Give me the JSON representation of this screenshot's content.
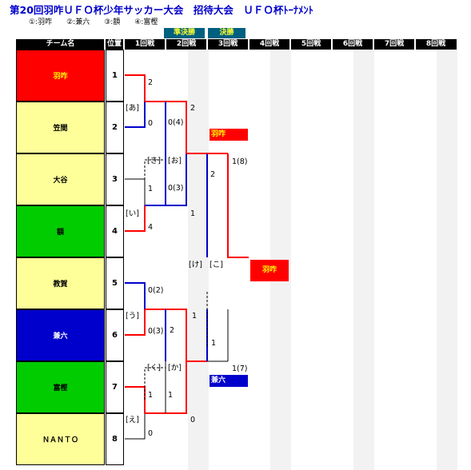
{
  "title": "第20回羽咋ＵＦＯ杯少年サッカー大会　招待大会　ＵＦＯ杯ﾄｰﾅﾒﾝﾄ",
  "subtitle": "①:羽咋　　②:兼六　　③:額　　④:富樫",
  "round_tags": {
    "semifinal": "準決勝",
    "final": "決勝"
  },
  "headers": {
    "team": "チーム名",
    "position": "位置",
    "rounds": [
      "1回戦",
      "2回戦",
      "3回戦",
      "4回戦",
      "5回戦",
      "6回戦",
      "7回戦",
      "8回戦"
    ]
  },
  "teams": [
    {
      "name": "羽咋",
      "position": "1",
      "bg": "#ff0000",
      "fg": "#ffff00"
    },
    {
      "name": "笠間",
      "position": "2",
      "bg": "#ffff99",
      "fg": "#000000"
    },
    {
      "name": "大谷",
      "position": "3",
      "bg": "#ffff99",
      "fg": "#000000"
    },
    {
      "name": "額",
      "position": "4",
      "bg": "#00cc00",
      "fg": "#000000"
    },
    {
      "name": "教賀",
      "position": "5",
      "bg": "#ffff99",
      "fg": "#000000"
    },
    {
      "name": "兼六",
      "position": "6",
      "bg": "#0000cc",
      "fg": "#ffffff"
    },
    {
      "name": "富樫",
      "position": "7",
      "bg": "#00cc00",
      "fg": "#000000"
    },
    {
      "name": "ＮＡＮＴＯ",
      "position": "8",
      "bg": "#ffff99",
      "fg": "#000000"
    }
  ],
  "match_codes": {
    "a": "[あ]",
    "i": "[い]",
    "u": "[う]",
    "e": "[え]",
    "o": "[お]",
    "ka": "[か]",
    "ki": "[き]",
    "ku": "[く]",
    "ke": "[け]",
    "ko": "[こ]"
  },
  "scores": {
    "r1_t1": "2",
    "r1_t2": "0",
    "r1_t3": "1",
    "r1_t4": "4",
    "r1_t5": "0(2)",
    "r1_t6": "0(3)",
    "r1_t7": "1",
    "r1_t8": "0",
    "r2_ab_top": "2",
    "r2_ab_bot": "0(4)",
    "r2_cd_top": "0(3)",
    "r2_cd_bot": "1",
    "r2_ef_top": "2",
    "r2_ef_bot": "1",
    "r2_gh_top": "1",
    "r2_gh_bot": "0",
    "r3_top_a": "1(8)",
    "r3_top_b": "2",
    "r3_bot_a": "1(7)",
    "r3_bot_b": "1"
  },
  "results": {
    "semifinal_winner_top": "羽咋",
    "semifinal_winner_bottom": "兼六",
    "champion": "羽咋"
  },
  "colors": {
    "winner_line": "#ff0000",
    "runner_line": "#0000cc",
    "loser_line": "#000000",
    "round_tag_bg": "#006080",
    "round_tag_fg": "#ffff33",
    "champion_bg": "#ff0000",
    "semifinal_winner_top_bg": "#ff0000",
    "semifinal_winner_bottom_bg": "#0000cc"
  }
}
